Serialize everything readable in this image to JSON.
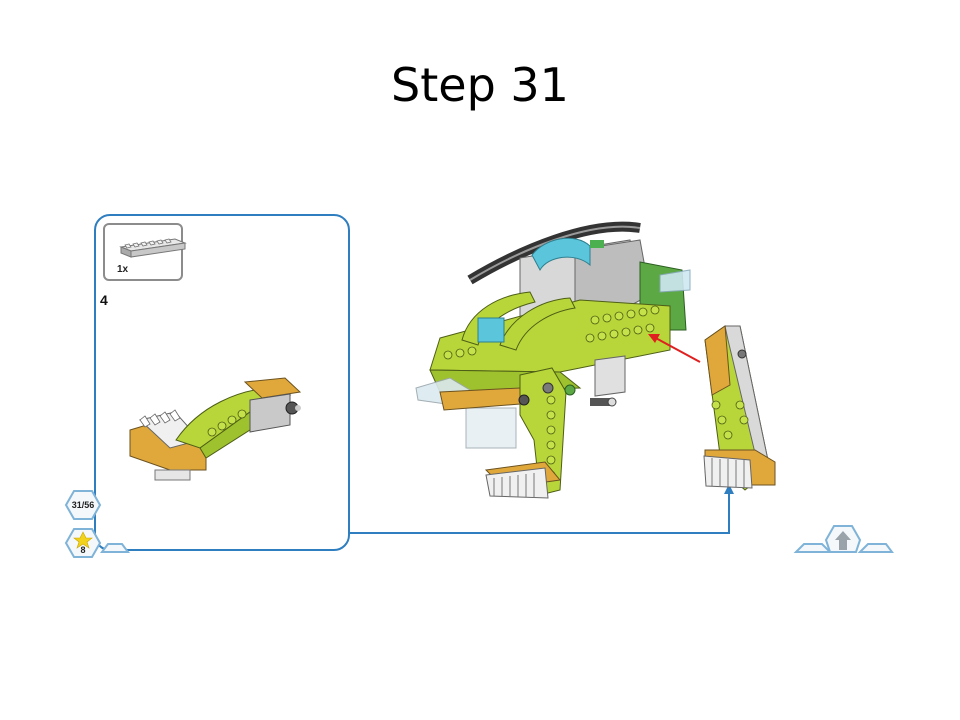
{
  "slide": {
    "title": "Step 31"
  },
  "submodel": {
    "parts_quantity": "1x",
    "step_number": "4"
  },
  "navigation": {
    "page_counter": "31/56",
    "bonus_count": "8"
  },
  "colors": {
    "callout_border": "#2f7ec0",
    "lime": "#b8d63a",
    "tan": "#e0a83b",
    "light_gray": "#d4d4d4",
    "dark_gray": "#8a8a8a",
    "green": "#5ca845",
    "azure": "#5bc5dc",
    "arrow_red": "#e02020"
  }
}
